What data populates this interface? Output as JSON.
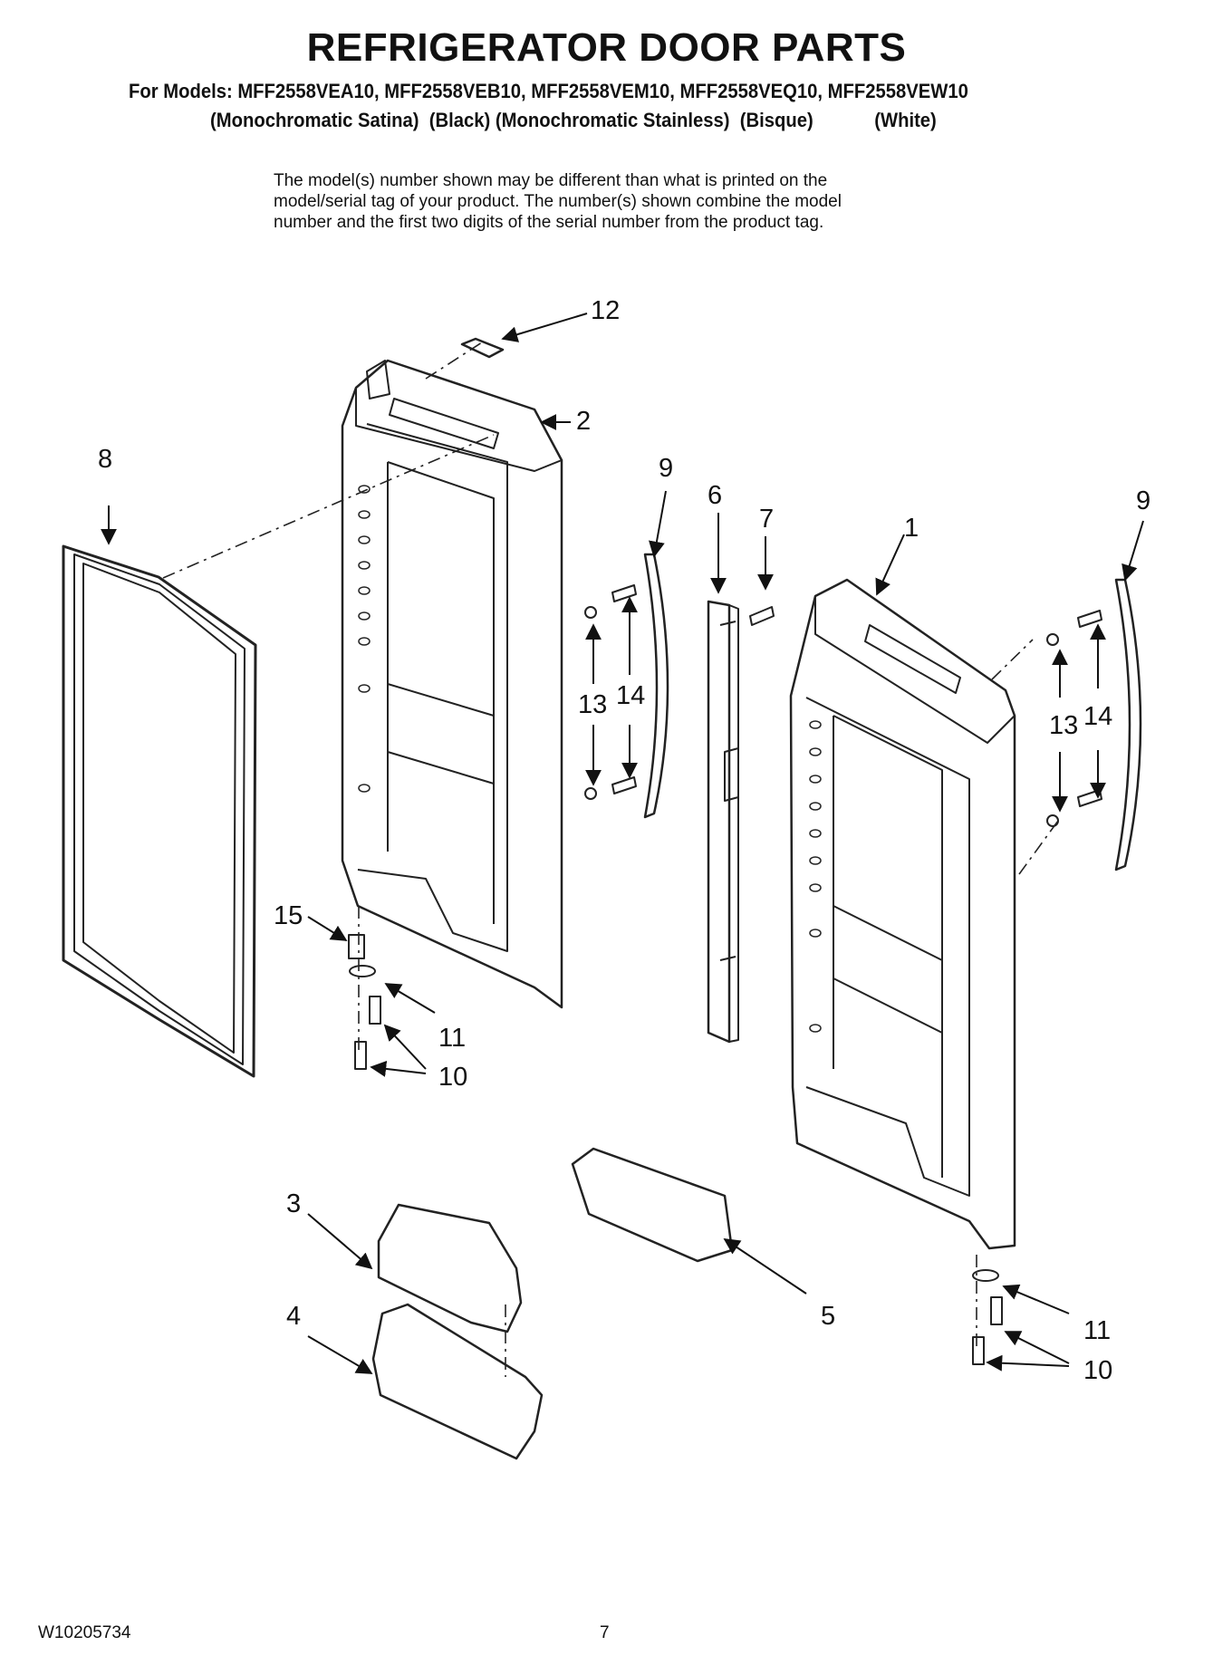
{
  "title": "REFRIGERATOR DOOR PARTS",
  "models_line": "For Models: MFF2558VEA10, MFF2558VEB10, MFF2558VEM10, MFF2558VEQ10, MFF2558VEW10",
  "colors_line": "(Monochromatic Satina)  (Black) (Monochromatic Stainless)  (Bisque)            (White)",
  "note_lines": [
    "The model(s) number shown may be different than what is printed on the",
    "model/serial tag of your product. The number(s) shown combine the model",
    "number and the first two digits of the serial number from the product tag."
  ],
  "callouts": {
    "c12": "12",
    "c2": "2",
    "c8": "8",
    "c9a": "9",
    "c6": "6",
    "c7": "7",
    "c1": "1",
    "c9b": "9",
    "c13a": "13",
    "c14a": "14",
    "c13b": "13",
    "c14b": "14",
    "c15": "15",
    "c11a": "11",
    "c10a": "10",
    "c3": "3",
    "c4": "4",
    "c5": "5",
    "c11b": "11",
    "c10b": "10"
  },
  "footer": {
    "doc_number": "W10205734",
    "page": "7"
  }
}
